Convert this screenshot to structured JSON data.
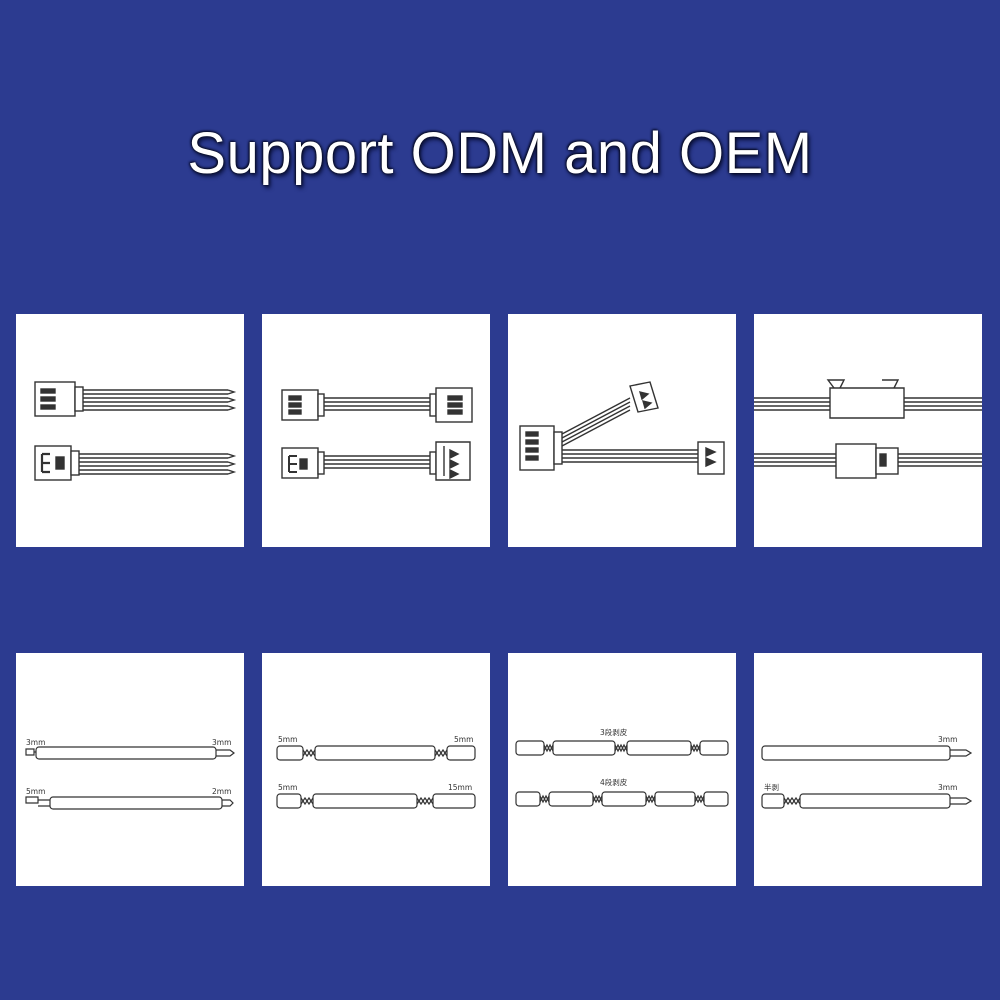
{
  "title": "Support ODM and OEM",
  "colors": {
    "background": "#2c3b90",
    "panel": "#ffffff",
    "line": "#333333"
  },
  "panels": [
    {
      "name": "panel-1"
    },
    {
      "name": "panel-2"
    },
    {
      "name": "panel-3"
    },
    {
      "name": "panel-4"
    },
    {
      "name": "panel-5",
      "labels": [
        "3mm",
        "3mm",
        "5mm",
        "2mm"
      ]
    },
    {
      "name": "panel-6",
      "labels": [
        "5mm",
        "5mm",
        "5mm",
        "15mm"
      ]
    },
    {
      "name": "panel-7",
      "labels": [
        "3段剥皮",
        "4段剥皮"
      ]
    },
    {
      "name": "panel-8",
      "labels": [
        "3mm",
        "半剥",
        "3mm"
      ]
    }
  ]
}
